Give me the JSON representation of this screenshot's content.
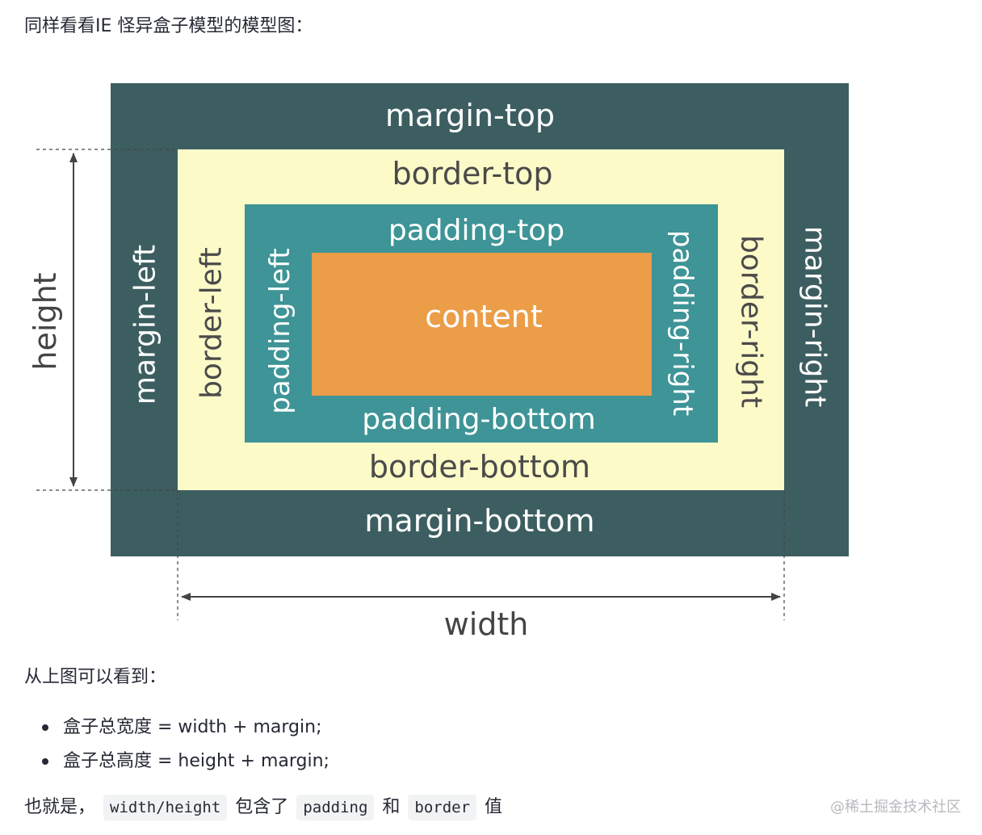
{
  "intro_text": "同样看看IE 怪异盒子模型的模型图：",
  "diagram": {
    "colors": {
      "margin": "#3d5e60",
      "border": "#fcfac7",
      "padding": "#3e9496",
      "content": "#eb9d48",
      "margin_text": "#ffffff",
      "border_text": "#4a4a4a",
      "padding_text": "#ffffff",
      "content_text": "#ffffff",
      "dimension_text": "#444444"
    },
    "labels": {
      "margin_top": "margin-top",
      "margin_bottom": "margin-bottom",
      "margin_left": "margin-left",
      "margin_right": "margin-right",
      "border_top": "border-top",
      "border_bottom": "border-bottom",
      "border_left": "border-left",
      "border_right": "border-right",
      "padding_top": "padding-top",
      "padding_bottom": "padding-bottom",
      "padding_left": "padding-left",
      "padding_right": "padding-right",
      "content": "content",
      "height": "height",
      "width": "width"
    }
  },
  "observe_text": "从上图可以看到：",
  "bullets": [
    "盒子总宽度 = width + margin;",
    "盒子总高度 = height + margin;"
  ],
  "summary": {
    "prefix": "也就是，",
    "code1": "width/height",
    "middle": "包含了",
    "code2": "padding",
    "and": "和",
    "code3": "border",
    "suffix": "值"
  },
  "watermark": "@稀土掘金技术社区"
}
